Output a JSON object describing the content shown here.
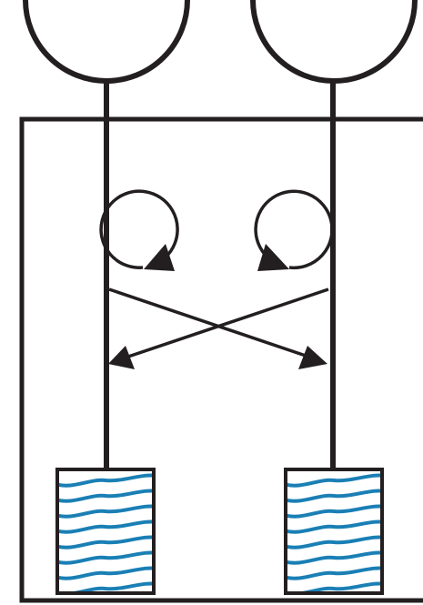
{
  "colors": {
    "stroke": "#231f20",
    "water": "#1a7fb5",
    "background": "#ffffff"
  },
  "diagram": {
    "pulleys": [
      {
        "id": "left",
        "icon": "pulley-wheel-icon"
      },
      {
        "id": "right",
        "icon": "pulley-wheel-icon"
      }
    ],
    "rotation_arrows": [
      {
        "id": "left",
        "direction": "clockwise"
      },
      {
        "id": "right",
        "direction": "counterclockwise"
      }
    ],
    "exchange_arrows": [
      {
        "id": "left-to-right",
        "from": "left",
        "to": "right"
      },
      {
        "id": "right-to-left",
        "from": "right",
        "to": "left"
      }
    ],
    "tanks": [
      {
        "id": "left",
        "icon": "water-tank-icon",
        "wave_lines": 8
      },
      {
        "id": "right",
        "icon": "water-tank-icon",
        "wave_lines": 8
      }
    ]
  }
}
